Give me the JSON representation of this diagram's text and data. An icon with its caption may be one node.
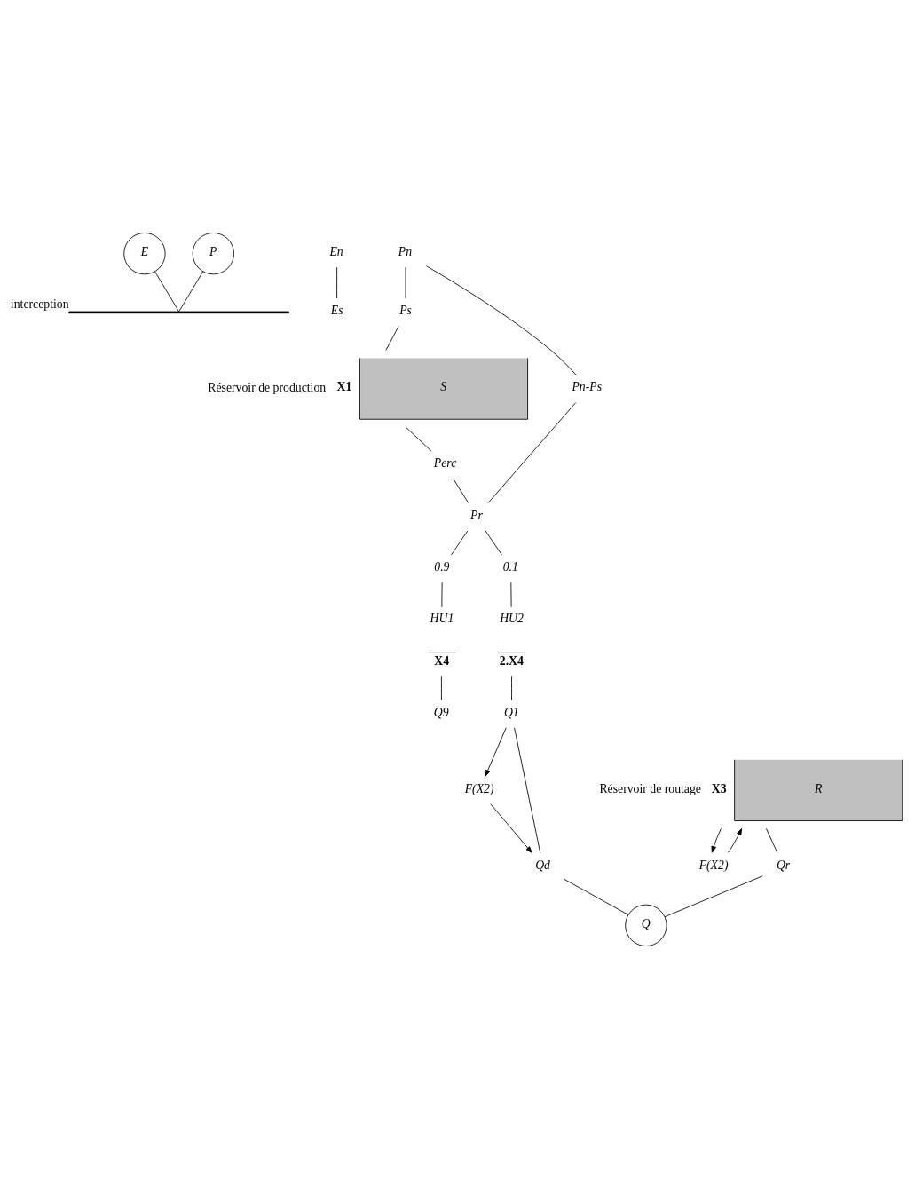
{
  "diagram": {
    "nodes": [
      {
        "text": [
          "E"
        ]
      },
      {
        "text": [
          "P"
        ]
      },
      {
        "text": [],
        "shape": "bar",
        "beside": [
          "interception"
        ]
      },
      {
        "text": [
          "En"
        ]
      },
      {
        "text": [
          "Pn"
        ]
      },
      {
        "text": [
          "Es"
        ]
      },
      {
        "text": [
          "Ps"
        ]
      },
      {
        "text": [
          "Pn-Ps"
        ]
      },
      {
        "text": [
          "S"
        ],
        "beside": [
          "Réservoir de production",
          "X1"
        ]
      },
      {
        "text": [
          "Perc"
        ]
      },
      {
        "text": [
          "Pr"
        ]
      },
      {
        "text": [
          "0.9"
        ]
      },
      {
        "text": [
          "0.1"
        ]
      },
      {
        "text": [
          "HU1",
          "X4"
        ]
      },
      {
        "text": [
          "HU2",
          "2.X4"
        ]
      },
      {
        "text": [
          "Q9"
        ]
      },
      {
        "text": [
          "Q1"
        ]
      },
      {
        "text": [
          "R"
        ],
        "beside": [
          "Réservoir de routage",
          "X3"
        ]
      },
      {
        "text": [
          "F(X2)"
        ]
      },
      {
        "text": [
          "F(X2)"
        ]
      },
      {
        "text": [
          "Qr"
        ]
      },
      {
        "text": [
          "Qd"
        ]
      },
      {
        "text": [
          "Q"
        ]
      }
    ],
    "edges": [
      {
        "from": 0,
        "to": 2,
        "arrow": "none"
      },
      {
        "from": 1,
        "to": 2,
        "arrow": "none"
      },
      {
        "from": 3,
        "to": 5,
        "arrow": "none"
      },
      {
        "from": 4,
        "to": 6,
        "arrow": "none"
      },
      {
        "from": 4,
        "to": 7,
        "arrow": "none"
      },
      {
        "from": 6,
        "to": 8,
        "arrow": "none"
      },
      {
        "from": 8,
        "to": 9,
        "arrow": "none"
      },
      {
        "from": 9,
        "to": 10,
        "arrow": "none"
      },
      {
        "from": 7,
        "to": 10,
        "arrow": "none"
      },
      {
        "from": 10,
        "to": 11,
        "arrow": "none"
      },
      {
        "from": 10,
        "to": 12,
        "arrow": "none"
      },
      {
        "from": 11,
        "to": 13,
        "arrow": "none"
      },
      {
        "from": 12,
        "to": 14,
        "arrow": "none"
      },
      {
        "from": 13,
        "to": 15,
        "arrow": "none"
      },
      {
        "from": 14,
        "to": 16,
        "arrow": "none"
      },
      {
        "from": 17,
        "to": 18,
        "arrow": "to"
      },
      {
        "from": 18,
        "to": 17,
        "arrow": "to"
      },
      {
        "from": 16,
        "to": 19,
        "arrow": "to"
      },
      {
        "from": 19,
        "to": 21,
        "arrow": "to"
      },
      {
        "from": 16,
        "to": 21,
        "arrow": "none"
      },
      {
        "from": 17,
        "to": 20,
        "arrow": "none"
      },
      {
        "from": 20,
        "to": 22,
        "arrow": "none"
      },
      {
        "from": 21,
        "to": 22,
        "arrow": "none"
      }
    ]
  }
}
